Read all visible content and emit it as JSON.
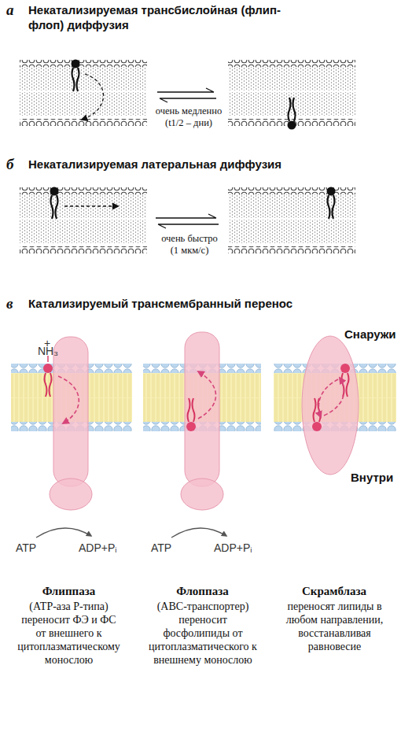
{
  "diagram": {
    "labels": [
      "а",
      "Некатализируемая трансбислойная (флип-флоп) диффузия",
      "очень медленно",
      "(t1/2 – дни)",
      "б",
      "Некатализируемая латеральная диффузия",
      "очень быстро",
      "(1 мкм/с)",
      "в",
      "Катализируемый трансмембранный перенос",
      "+",
      "NH₃",
      "Снаружи",
      "Внутри",
      "ATP",
      "ADP+Pᵢ",
      "ATP",
      "ADP+Pᵢ",
      "Флиппаза",
      "(АТР-аза Р-типа) переносит ФЭ и ФС от внешнего к цитоплазматическому монослою",
      "Флоппаза",
      "(АВС-транспортер) переносит фосфолипиды от цитоплазматического к внешнему монослою",
      "Скрамблаза",
      "переносят липиды в любом направлении, восстанавливая равновесие"
    ]
  }
}
